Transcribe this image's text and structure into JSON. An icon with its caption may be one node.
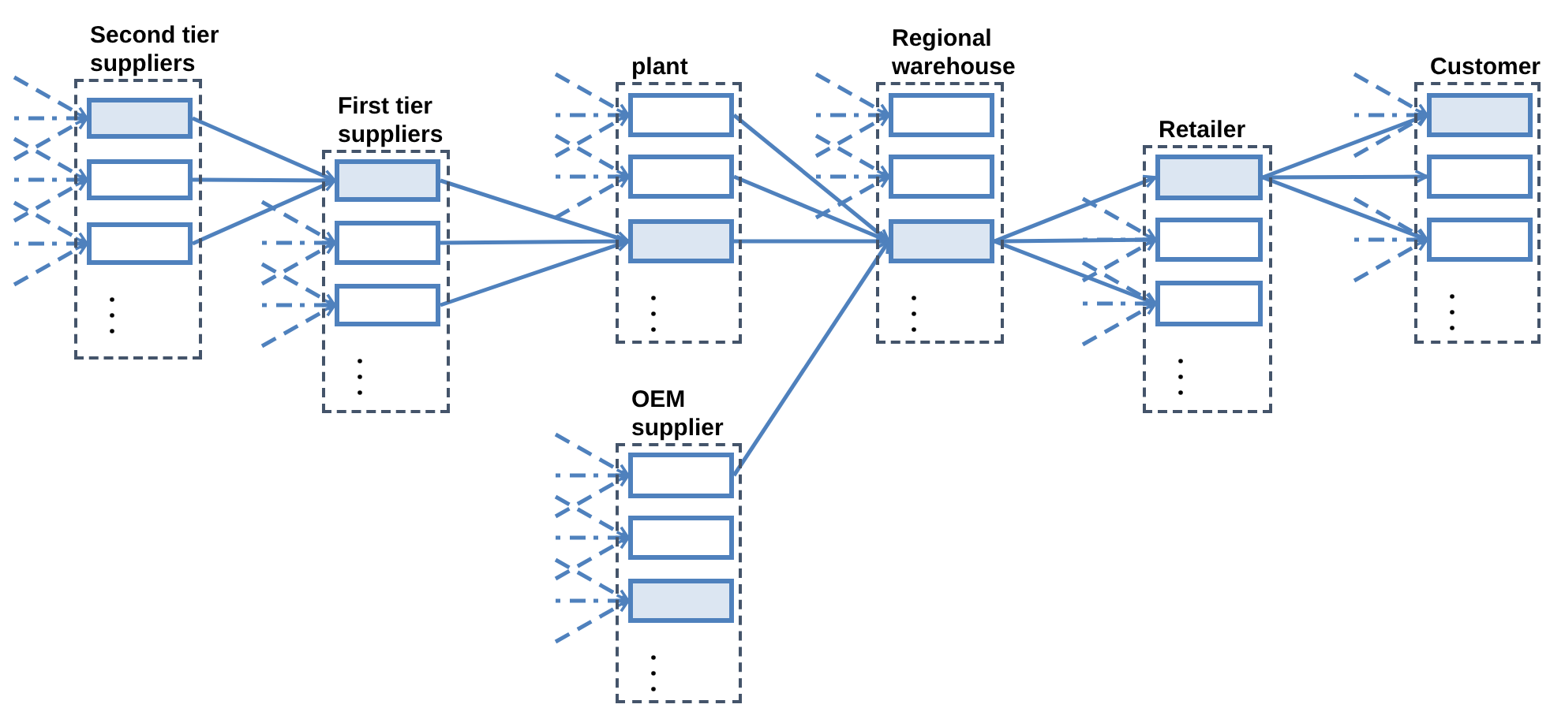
{
  "diagram": {
    "nodes": [
      {
        "text": [
          "Second tier suppliers"
        ]
      },
      {
        "text": [],
        "shape": "box",
        "in": 0
      },
      {
        "text": [],
        "shape": "box",
        "in": 0
      },
      {
        "text": [],
        "shape": "box",
        "in": 0
      },
      {
        "text": [
          "First tier suppliers"
        ]
      },
      {
        "text": [],
        "shape": "box",
        "in": 4
      },
      {
        "text": [],
        "shape": "box",
        "in": 4
      },
      {
        "text": [],
        "shape": "box",
        "in": 4
      },
      {
        "text": [
          "plant"
        ]
      },
      {
        "text": [],
        "shape": "box",
        "in": 8
      },
      {
        "text": [],
        "shape": "box",
        "in": 8
      },
      {
        "text": [],
        "shape": "box",
        "in": 8
      },
      {
        "text": [
          "Regional warehouse"
        ]
      },
      {
        "text": [],
        "shape": "box",
        "in": 12
      },
      {
        "text": [],
        "shape": "box",
        "in": 12
      },
      {
        "text": [],
        "shape": "box",
        "in": 12
      },
      {
        "text": [
          "OEM supplier"
        ]
      },
      {
        "text": [],
        "shape": "box",
        "in": 16
      },
      {
        "text": [],
        "shape": "box",
        "in": 16
      },
      {
        "text": [],
        "shape": "box",
        "in": 16
      },
      {
        "text": [
          "Retailer"
        ]
      },
      {
        "text": [],
        "shape": "box",
        "in": 20
      },
      {
        "text": [],
        "shape": "box",
        "in": 20
      },
      {
        "text": [],
        "shape": "box",
        "in": 20
      },
      {
        "text": [
          "Customer"
        ]
      },
      {
        "text": [],
        "shape": "box",
        "in": 24
      },
      {
        "text": [],
        "shape": "box",
        "in": 24
      },
      {
        "text": [],
        "shape": "box",
        "in": 24
      }
    ],
    "edges": [
      {
        "from": 1,
        "to": 5,
        "arrow": "to"
      },
      {
        "from": 2,
        "to": 5,
        "arrow": "to"
      },
      {
        "from": 3,
        "to": 5,
        "arrow": "to"
      },
      {
        "from": 5,
        "to": 11,
        "arrow": "to"
      },
      {
        "from": 6,
        "to": 11,
        "arrow": "to"
      },
      {
        "from": 7,
        "to": 11,
        "arrow": "to"
      },
      {
        "from": 9,
        "to": 15,
        "arrow": "to"
      },
      {
        "from": 10,
        "to": 15,
        "arrow": "to"
      },
      {
        "from": 11,
        "to": 15,
        "arrow": "to"
      },
      {
        "from": 17,
        "to": 15,
        "arrow": "to"
      },
      {
        "from": 15,
        "to": 21,
        "arrow": "to"
      },
      {
        "from": 15,
        "to": 22,
        "arrow": "to"
      },
      {
        "from": 15,
        "to": 23,
        "arrow": "to"
      },
      {
        "from": 21,
        "to": 25,
        "arrow": "to"
      },
      {
        "from": 21,
        "to": 26,
        "arrow": "to"
      },
      {
        "from": 21,
        "to": 27,
        "arrow": "to"
      },
      {
        "from": null,
        "to": 1,
        "arrow": "to",
        "style": "dashed"
      },
      {
        "from": null,
        "to": 1,
        "arrow": "to",
        "style": "dashed"
      },
      {
        "from": null,
        "to": 1,
        "arrow": "to",
        "style": "dashed"
      },
      {
        "from": null,
        "to": 2,
        "arrow": "to",
        "style": "dashed"
      },
      {
        "from": null,
        "to": 2,
        "arrow": "to",
        "style": "dashed"
      },
      {
        "from": null,
        "to": 2,
        "arrow": "to",
        "style": "dashed"
      },
      {
        "from": null,
        "to": 3,
        "arrow": "to",
        "style": "dashed"
      },
      {
        "from": null,
        "to": 3,
        "arrow": "to",
        "style": "dashed"
      },
      {
        "from": null,
        "to": 3,
        "arrow": "to",
        "style": "dashed"
      },
      {
        "from": null,
        "to": 6,
        "arrow": "to",
        "style": "dashed"
      },
      {
        "from": null,
        "to": 6,
        "arrow": "to",
        "style": "dashed"
      },
      {
        "from": null,
        "to": 6,
        "arrow": "to",
        "style": "dashed"
      },
      {
        "from": null,
        "to": 7,
        "arrow": "to",
        "style": "dashed"
      },
      {
        "from": null,
        "to": 7,
        "arrow": "to",
        "style": "dashed"
      },
      {
        "from": null,
        "to": 7,
        "arrow": "to",
        "style": "dashed"
      },
      {
        "from": null,
        "to": 9,
        "arrow": "to",
        "style": "dashed"
      },
      {
        "from": null,
        "to": 9,
        "arrow": "to",
        "style": "dashed"
      },
      {
        "from": null,
        "to": 9,
        "arrow": "to",
        "style": "dashed"
      },
      {
        "from": null,
        "to": 10,
        "arrow": "to",
        "style": "dashed"
      },
      {
        "from": null,
        "to": 10,
        "arrow": "to",
        "style": "dashed"
      },
      {
        "from": null,
        "to": 10,
        "arrow": "to",
        "style": "dashed"
      },
      {
        "from": null,
        "to": 13,
        "arrow": "to",
        "style": "dashed"
      },
      {
        "from": null,
        "to": 13,
        "arrow": "to",
        "style": "dashed"
      },
      {
        "from": null,
        "to": 13,
        "arrow": "to",
        "style": "dashed"
      },
      {
        "from": null,
        "to": 14,
        "arrow": "to",
        "style": "dashed"
      },
      {
        "from": null,
        "to": 14,
        "arrow": "to",
        "style": "dashed"
      },
      {
        "from": null,
        "to": 14,
        "arrow": "to",
        "style": "dashed"
      },
      {
        "from": null,
        "to": 17,
        "arrow": "to",
        "style": "dashed"
      },
      {
        "from": null,
        "to": 17,
        "arrow": "to",
        "style": "dashed"
      },
      {
        "from": null,
        "to": 17,
        "arrow": "to",
        "style": "dashed"
      },
      {
        "from": null,
        "to": 18,
        "arrow": "to",
        "style": "dashed"
      },
      {
        "from": null,
        "to": 18,
        "arrow": "to",
        "style": "dashed"
      },
      {
        "from": null,
        "to": 18,
        "arrow": "to",
        "style": "dashed"
      },
      {
        "from": null,
        "to": 19,
        "arrow": "to",
        "style": "dashed"
      },
      {
        "from": null,
        "to": 19,
        "arrow": "to",
        "style": "dashed"
      },
      {
        "from": null,
        "to": 19,
        "arrow": "to",
        "style": "dashed"
      },
      {
        "from": null,
        "to": 22,
        "arrow": "to",
        "style": "dashed"
      },
      {
        "from": null,
        "to": 22,
        "arrow": "to",
        "style": "dashed"
      },
      {
        "from": null,
        "to": 22,
        "arrow": "to",
        "style": "dashed"
      },
      {
        "from": null,
        "to": 23,
        "arrow": "to",
        "style": "dashed"
      },
      {
        "from": null,
        "to": 23,
        "arrow": "to",
        "style": "dashed"
      },
      {
        "from": null,
        "to": 23,
        "arrow": "to",
        "style": "dashed"
      },
      {
        "from": null,
        "to": 25,
        "arrow": "to",
        "style": "dashed"
      },
      {
        "from": null,
        "to": 25,
        "arrow": "to",
        "style": "dashed"
      },
      {
        "from": null,
        "to": 25,
        "arrow": "to",
        "style": "dashed"
      },
      {
        "from": null,
        "to": 27,
        "arrow": "to",
        "style": "dashed"
      },
      {
        "from": null,
        "to": 27,
        "arrow": "to",
        "style": "dashed"
      },
      {
        "from": null,
        "to": 27,
        "arrow": "to",
        "style": "dashed"
      }
    ]
  }
}
